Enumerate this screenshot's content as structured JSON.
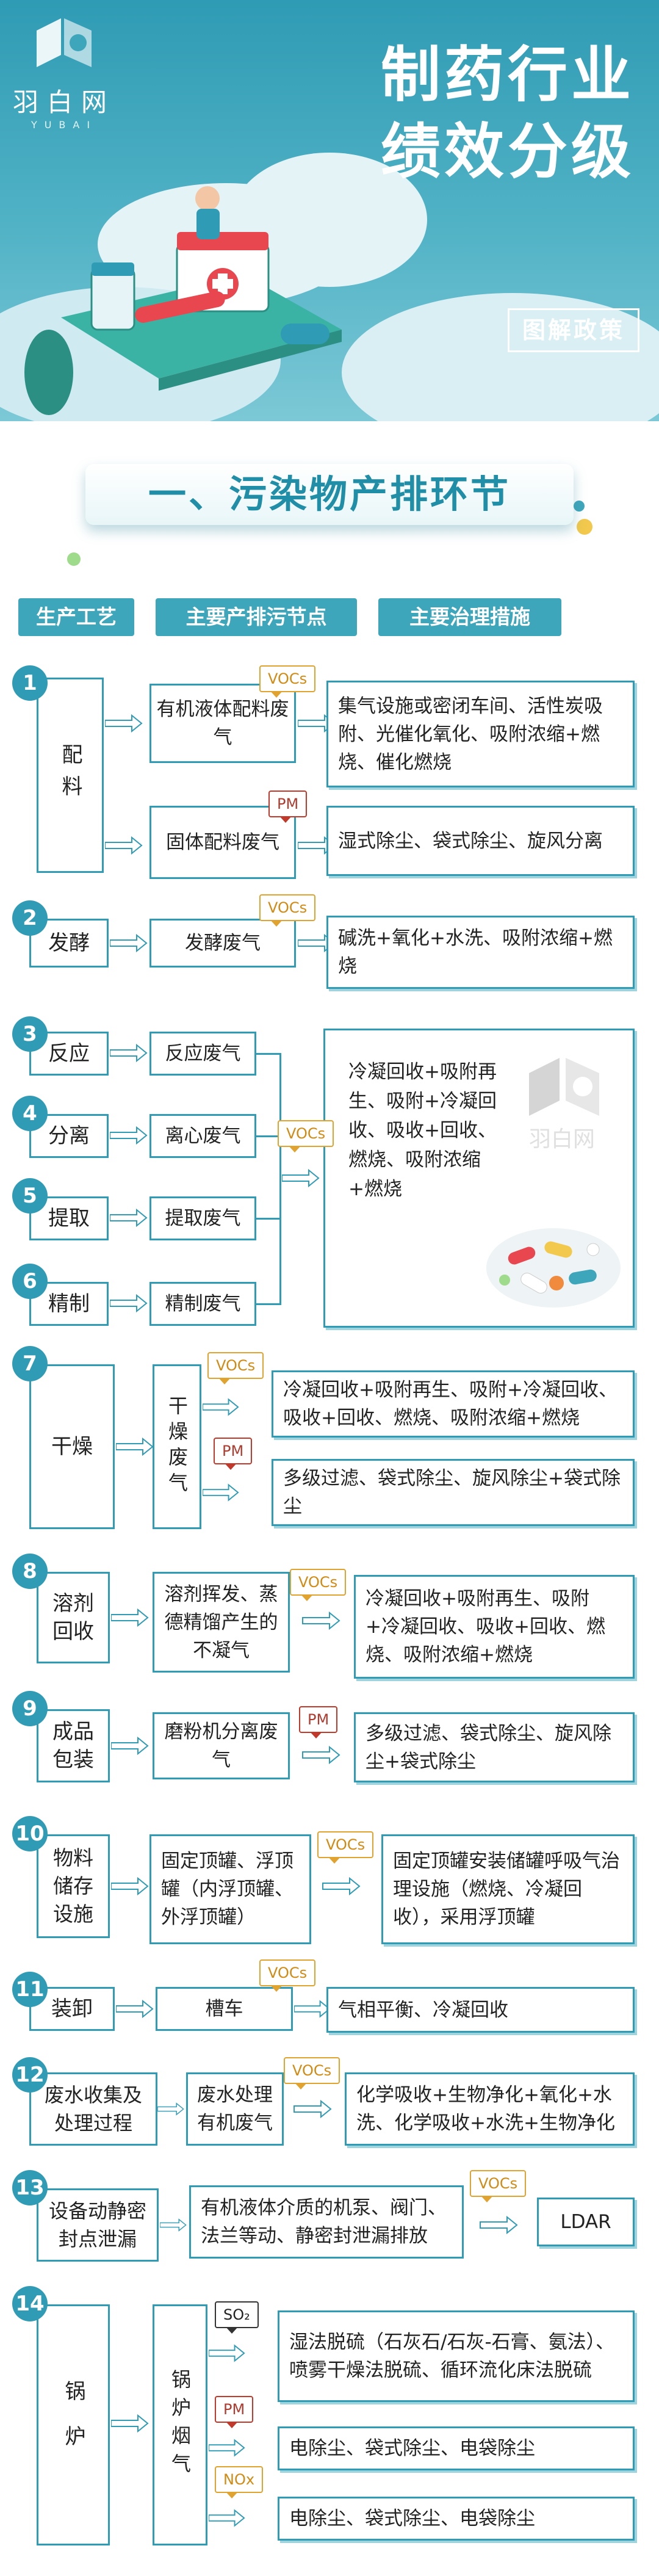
{
  "brand": {
    "name": "羽白网",
    "sub": "YUBAI"
  },
  "hero": {
    "title_line1": "制药行业",
    "title_line2": "绩效分级",
    "tag": "图解政策"
  },
  "section": {
    "title": "一、污染物产排环节"
  },
  "columns": {
    "process": "生产工艺",
    "node": "主要产排污节点",
    "measure": "主要治理措施"
  },
  "pollutant_tags": {
    "vocs": "VOCs",
    "pm": "PM",
    "so2": "SO₂",
    "nox": "NOx"
  },
  "rows": {
    "r1": {
      "num": "1",
      "process": "配料",
      "node_a": "有机液体配料废气",
      "measure_a": "集气设施或密闭车间、活性炭吸附、光催化氧化、吸附浓缩+燃烧、催化燃烧",
      "node_b": "固体配料废气",
      "measure_b": "湿式除尘、袋式除尘、旋风分离"
    },
    "r2": {
      "num": "2",
      "process": "发酵",
      "node": "发酵废气",
      "measure": "碱洗+氧化+水洗、吸附浓缩+燃烧"
    },
    "r3": {
      "num": "3",
      "process": "反应",
      "node": "反应废气"
    },
    "r4": {
      "num": "4",
      "process": "分离",
      "node": "离心废气"
    },
    "r5": {
      "num": "5",
      "process": "提取",
      "node": "提取废气"
    },
    "r6": {
      "num": "6",
      "process": "精制",
      "node": "精制废气"
    },
    "r3to6": {
      "measure": "冷凝回收+吸附再生、吸附+冷凝回收、吸收+回收、燃烧、吸附浓缩+燃烧"
    },
    "r7": {
      "num": "7",
      "process": "干燥",
      "node": "干燥废气",
      "measure_a": "冷凝回收+吸附再生、吸附+冷凝回收、吸收+回收、燃烧、吸附浓缩+燃烧",
      "measure_b": "多级过滤、袋式除尘、旋风除尘+袋式除尘"
    },
    "r8": {
      "num": "8",
      "process": "溶剂回收",
      "node": "溶剂挥发、蒸德精馏产生的不凝气",
      "measure": "冷凝回收+吸附再生、吸附+冷凝回收、吸收+回收、燃烧、吸附浓缩+燃烧"
    },
    "r9": {
      "num": "9",
      "process": "成品包装",
      "node": "磨粉机分离废气",
      "measure": "多级过滤、袋式除尘、旋风除尘+袋式除尘"
    },
    "r10": {
      "num": "10",
      "process": "物料储存设施",
      "node": "固定顶罐、浮顶罐（内浮顶罐、外浮顶罐）",
      "measure": "固定顶罐安装储罐呼吸气治理设施（燃烧、冷凝回收），采用浮顶罐"
    },
    "r11": {
      "num": "11",
      "process": "装卸",
      "node": "槽车",
      "measure": "气相平衡、冷凝回收"
    },
    "r12": {
      "num": "12",
      "process": "废水收集及处理过程",
      "node": "废水处理有机废气",
      "measure": "化学吸收+生物净化+氧化+水洗、化学吸收+水洗+生物净化"
    },
    "r13": {
      "num": "13",
      "process": "设备动静密封点泄漏",
      "node": "有机液体介质的机泵、阀门、法兰等动、静密封泄漏排放",
      "measure": "LDAR"
    },
    "r14": {
      "num": "14",
      "process": "锅炉",
      "node": "锅炉烟气",
      "measure_a": "湿法脱硫（石灰石/石灰-石膏、氨法）、喷雾干燥法脱硫、循环流化床法脱硫",
      "measure_b": "电除尘、袋式除尘、电袋除尘",
      "measure_c": "电除尘、袋式除尘、电袋除尘"
    }
  }
}
